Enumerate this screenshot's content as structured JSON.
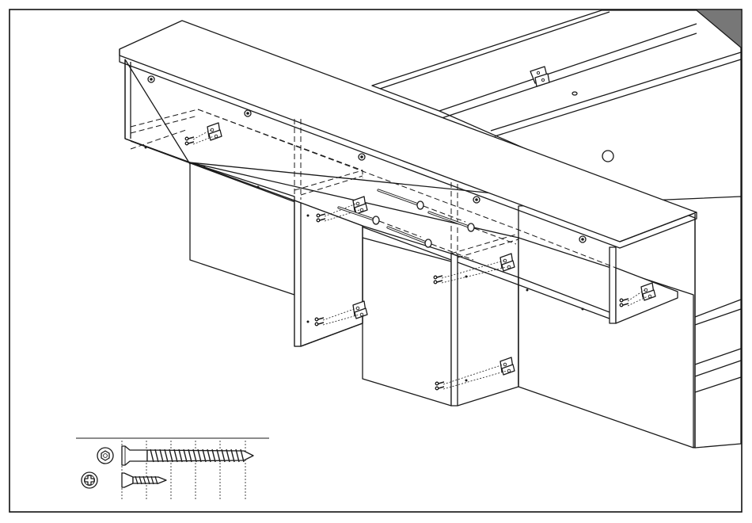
{
  "diagram": {
    "type": "assembly-instruction",
    "step_marker_color": "#777777",
    "line_color": "#1a1a1a",
    "background": "#ffffff"
  },
  "hardware_legend": [
    {
      "name": "long-screw",
      "head": "hex-socket"
    },
    {
      "name": "short-screw",
      "head": "phillips"
    }
  ]
}
